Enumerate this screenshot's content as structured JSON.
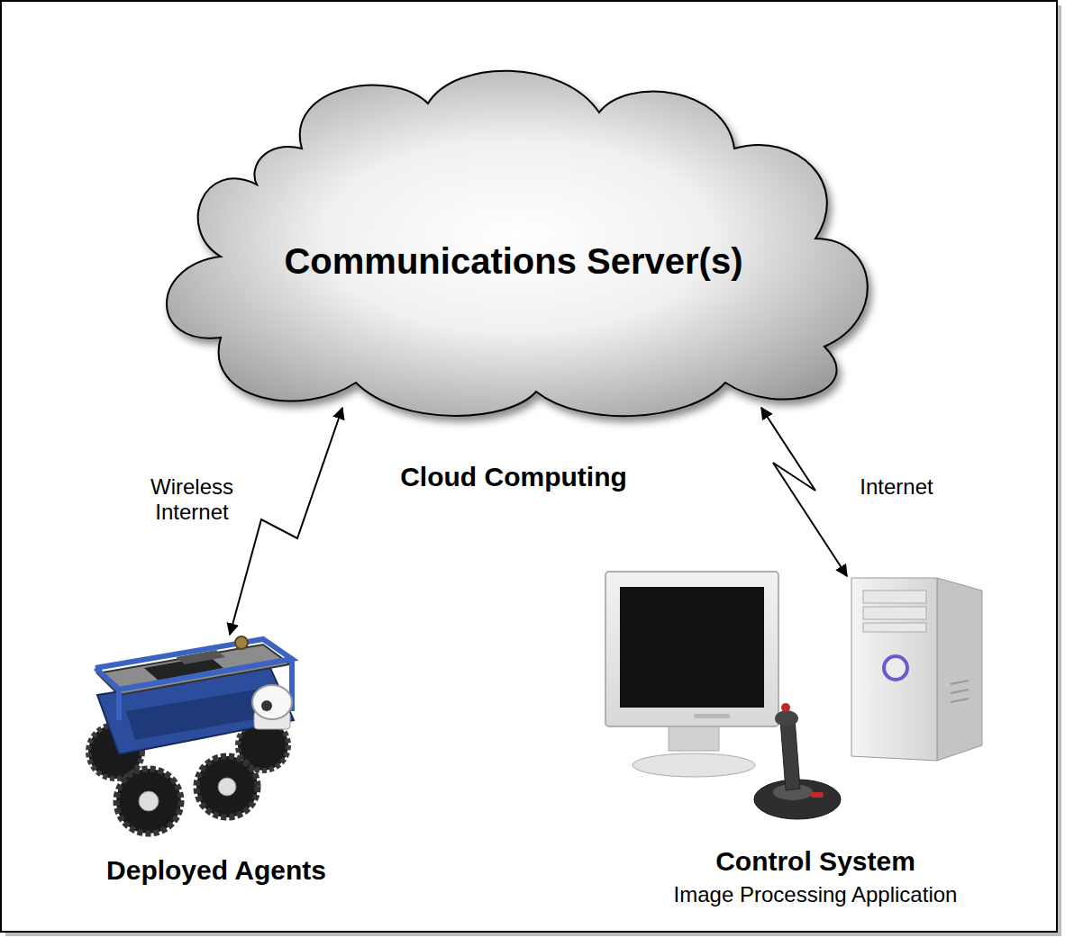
{
  "diagram": {
    "nodes": [
      {
        "text": [
          "Communications Server(s)",
          "Cloud Computing"
        ]
      },
      {
        "text": [
          "Deployed Agents"
        ]
      },
      {
        "text": [
          "Control System",
          "Image Processing Application"
        ]
      }
    ],
    "edges": [
      {
        "from": 0,
        "to": 1,
        "arrow": "both",
        "label": "Wireless Internet"
      },
      {
        "from": 0,
        "to": 2,
        "arrow": "both",
        "label": "Internet"
      }
    ]
  }
}
